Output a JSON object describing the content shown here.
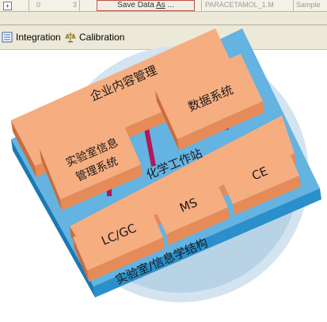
{
  "app": {
    "grid_cells": [
      "0",
      "3"
    ],
    "save_button": {
      "pre": "Save Data ",
      "underlined": "As",
      "post": " ..."
    },
    "grid_right_1": "PARACETAMOL_1.M",
    "grid_right_2": "Sample",
    "tabs": [
      {
        "label": "Integration",
        "icon": "integration-icon"
      },
      {
        "label": "Calibration",
        "icon": "calibration-icon"
      }
    ]
  },
  "diagram": {
    "base_label": "实验室/信息学结构",
    "enterprise": "企业内容管理",
    "data_system": "数据系统",
    "lims_line1": "实验室信息",
    "lims_line2": "管理系统",
    "workstation": "化学工作站",
    "lcgc": "LC/GC",
    "ms": "MS",
    "ce": "CE",
    "colors": {
      "ring": "#b8d3e6",
      "base_top": "#64b3e0",
      "base_side": "#2a8fca",
      "block_top": "#f6ad80",
      "block_side": "#e58b58",
      "block_dark": "#c96c3e",
      "connector": "#b0185a"
    }
  }
}
